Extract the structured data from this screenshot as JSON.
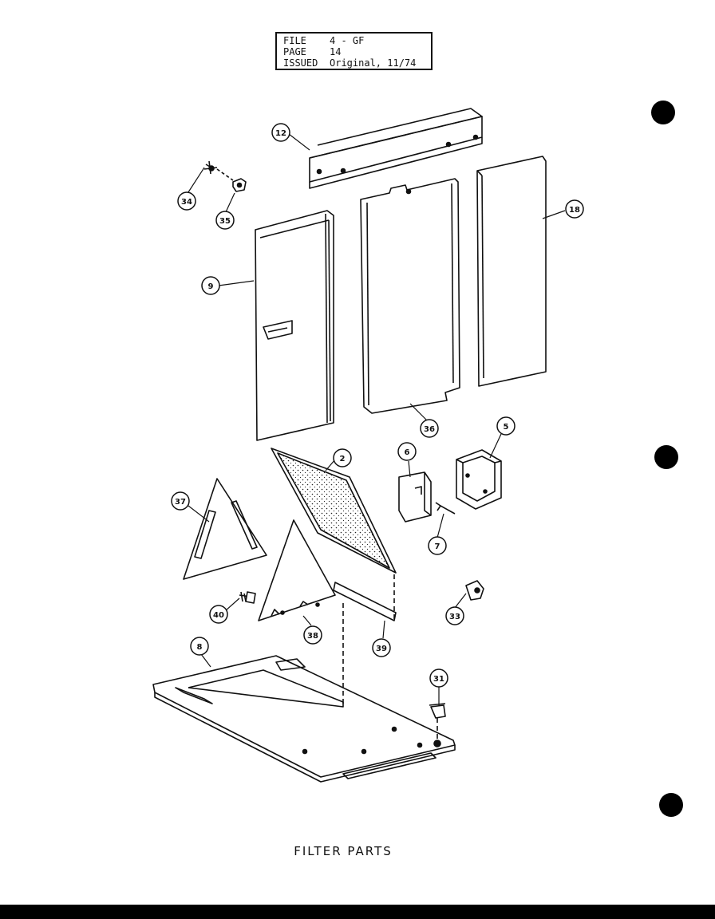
{
  "header": {
    "file_label": "FILE",
    "file_value": "4 - GF",
    "page_label": "PAGE",
    "page_value": "14",
    "issued_label": "ISSUED",
    "issued_value": "Original, 11/74"
  },
  "callouts": [
    "12",
    "34",
    "35",
    "9",
    "18",
    "36",
    "2",
    "6",
    "5",
    "37",
    "7",
    "33",
    "40",
    "38",
    "39",
    "8",
    "31"
  ],
  "caption": "FILTER PARTS"
}
